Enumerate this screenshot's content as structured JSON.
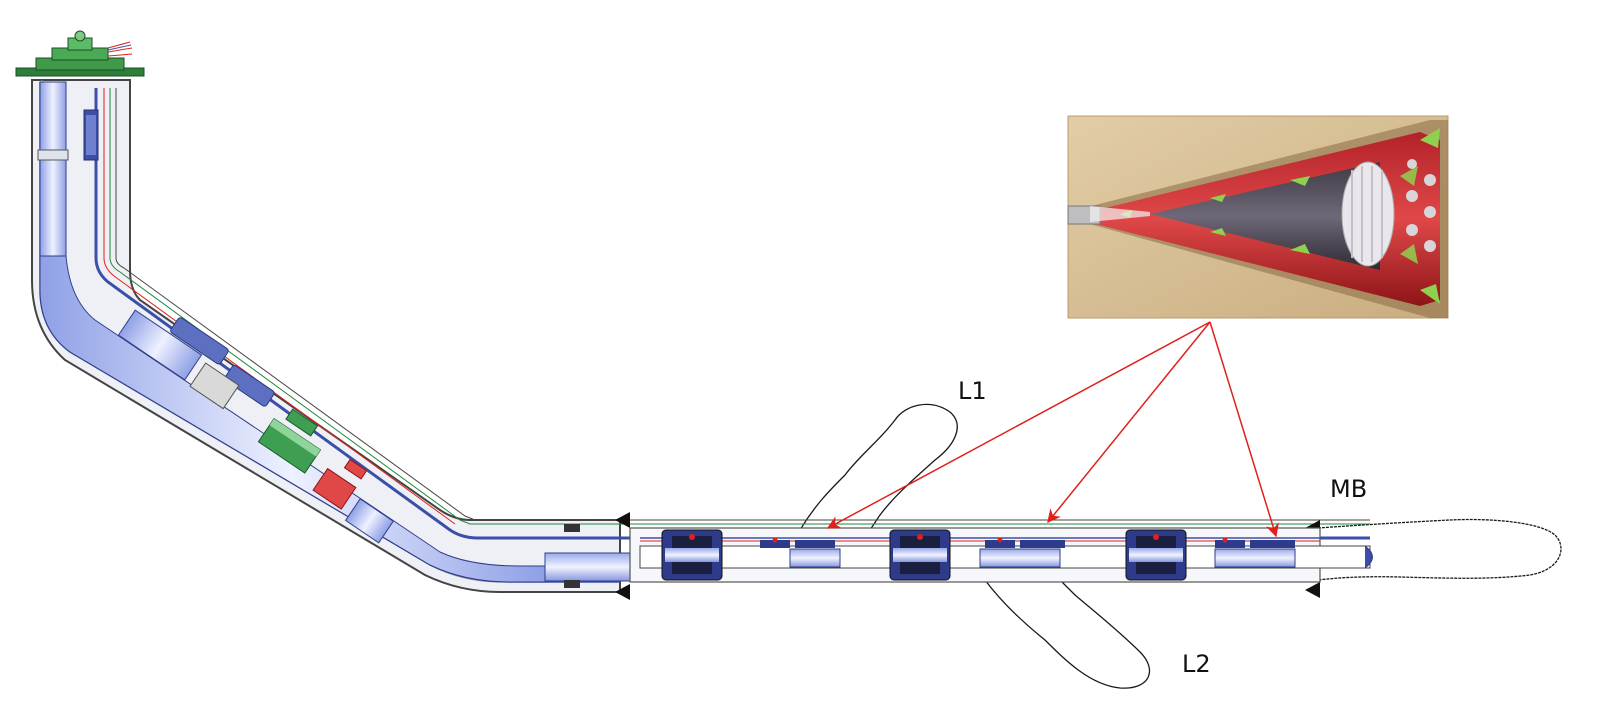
{
  "labels": {
    "lateral_1": "L1",
    "lateral_2": "L2",
    "main_bore": "MB"
  },
  "colors": {
    "casing_fill": "#eef0f6",
    "tubing_blue": "#3b4fa8",
    "tubing_light": "#c9d2f2",
    "control_line_red": "#e0201b",
    "control_line_green": "#1e8a3a",
    "wellhead_green": "#2f7d3a",
    "callout_arrow": "#e0201b",
    "rock_tan": "#d8c29a",
    "screen_red": "#c62828"
  },
  "icons": {
    "wellhead": "wellhead-icon",
    "packer": "packer-icon",
    "icv_valve": "valve-icon",
    "casing_shoe": "shoe-marker-icon",
    "completion_zoom": "inflow-control-valve-illustration"
  }
}
